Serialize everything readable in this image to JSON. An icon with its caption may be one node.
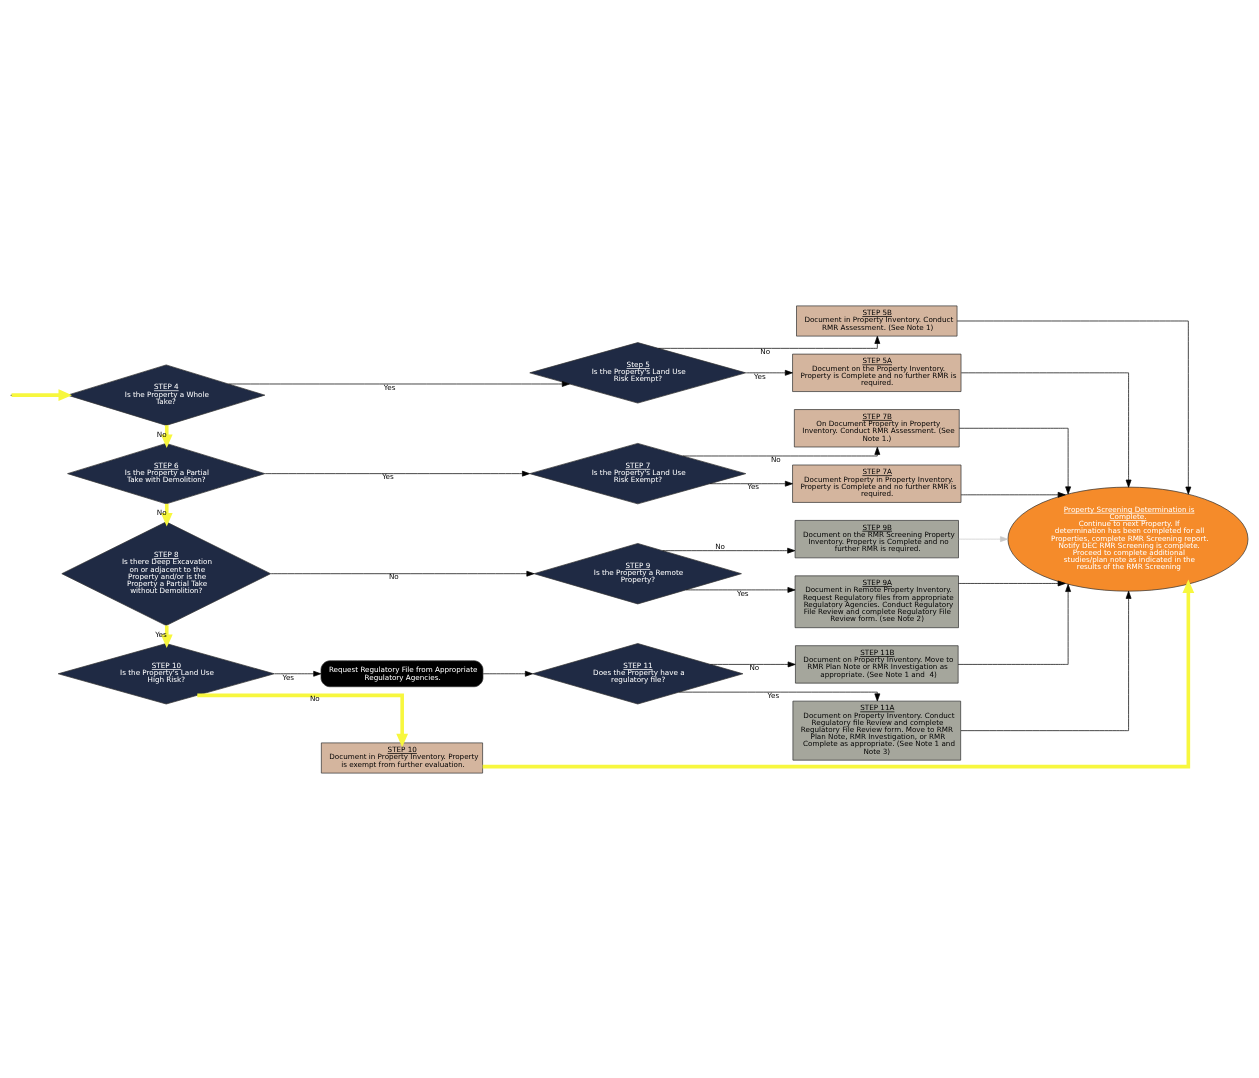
{
  "diagram": {
    "nodes": [
      {
        "text": [
          "STEP 4",
          "Is the Property a Whole Take?"
        ]
      },
      {
        "text": [
          "Step 5",
          "Is the Property's Land Use Risk Exempt?"
        ]
      },
      {
        "text": [
          "STEP 5A",
          "Document on the Property Inventory. Property is Complete and no further RMR is required."
        ]
      },
      {
        "text": [
          "STEP 5B",
          "Document in Property Inventory. Conduct RMR Assessment. (See Note 1)"
        ]
      },
      {
        "text": [
          "STEP 6",
          "Is the Property a Partial Take with Demolition?"
        ]
      },
      {
        "text": [
          "STEP 7",
          "Is the Property's Land Use Risk Exempt?"
        ]
      },
      {
        "text": [
          "STEP 7A",
          "Document Property in Property Inventory. Property is Complete and no further RMR is required."
        ]
      },
      {
        "text": [
          "STEP 7B",
          "On Document Property in Property Inventory. Conduct RMR Assessment. (See Note 1.)"
        ]
      },
      {
        "text": [
          "STEP 8",
          "Is there Deep Excavation on or adjacent to the Property and/or is the Property a Partial Take without Demolition?"
        ]
      },
      {
        "text": [
          "STEP 9",
          "Is the Property a Remote Property?"
        ]
      },
      {
        "text": [
          "STEP 9A",
          "Document in Remote Property Inventory. Request Regulatory files from appropriate Regulatory Agencies. Conduct Regulatory File Review and complete Regulatory File Review form. (see Note 2)"
        ]
      },
      {
        "text": [
          "STEP 9B",
          "Document on the RMR Screening Property Inventory. Property is Complete and no further RMR is required."
        ]
      },
      {
        "text": [
          "STEP 10",
          "Is the Property's Land Use High Risk?"
        ]
      },
      {
        "text": [
          "Request Regulatory File from Appropriate Regulatory Agencies."
        ]
      },
      {
        "text": [
          "STEP 11",
          "Does the Property have a regulatory file?"
        ]
      },
      {
        "text": [
          "STEP 11A",
          "Document on Property Inventory. Conduct Regulatory file Review and complete Regulatory File Review form. Move to RMR Plan Note, RMR Investigation, or RMR Complete as appropriate. (See Note 1 and Note 3)"
        ]
      },
      {
        "text": [
          "STEP 11B",
          "Document on Property Inventory. Move to RMR Plan Note or RMR Investigation as appropriate. (See Note 1 and  4)"
        ]
      },
      {
        "text": [
          "STEP 10",
          "Document in Property Inventory. Property is exempt from further evaluation."
        ]
      },
      {
        "text": [
          "Property Screening Determination is Complete.",
          "Continue to next Property. If determination has been completed for all Properties, complete RMR Screening report. Notify DEC RMR Screening is complete.  Proceed to complete additional studies/plan note as indicated in the results of the RMR Screening"
        ]
      }
    ],
    "edges": [
      {
        "from": null,
        "to": 0,
        "arrow": "to",
        "style": "thick",
        "color": "#f7f73e"
      },
      {
        "from": 0,
        "to": 1,
        "arrow": "to",
        "label": "Yes"
      },
      {
        "from": 1,
        "to": 2,
        "arrow": "to",
        "label": "Yes"
      },
      {
        "from": 1,
        "to": 3,
        "arrow": "to",
        "label": "No"
      },
      {
        "from": 2,
        "to": 18,
        "arrow": "to"
      },
      {
        "from": 3,
        "to": 18,
        "arrow": "to"
      },
      {
        "from": 6,
        "to": 18,
        "arrow": "to"
      },
      {
        "from": 7,
        "to": 18,
        "arrow": "to"
      },
      {
        "from": 0,
        "to": 4,
        "arrow": "to",
        "label": "No",
        "style": "thick",
        "color": "#f7f73e"
      },
      {
        "from": 4,
        "to": 5,
        "arrow": "to",
        "label": "Yes"
      },
      {
        "from": 5,
        "to": 6,
        "arrow": "to",
        "label": "Yes"
      },
      {
        "from": 5,
        "to": 7,
        "arrow": "to",
        "label": "No"
      },
      {
        "from": 4,
        "to": 8,
        "arrow": "to",
        "label": "No",
        "style": "thick",
        "color": "#f7f73e"
      },
      {
        "from": 8,
        "to": 9,
        "arrow": "to",
        "label": "No"
      },
      {
        "from": 9,
        "to": 10,
        "arrow": "to",
        "label": "Yes"
      },
      {
        "from": 9,
        "to": 11,
        "arrow": "to",
        "label": "No"
      },
      {
        "from": 10,
        "to": 18,
        "arrow": "to"
      },
      {
        "from": 11,
        "to": 18,
        "arrow": "to",
        "color": "#c8c8c8"
      },
      {
        "from": 8,
        "to": 12,
        "arrow": "to",
        "label": "Yes",
        "style": "thick",
        "color": "#f7f73e"
      },
      {
        "from": 12,
        "to": 13,
        "arrow": "to",
        "label": "Yes"
      },
      {
        "from": 13,
        "to": 14,
        "arrow": "to"
      },
      {
        "from": 14,
        "to": 15,
        "arrow": "to",
        "label": "Yes"
      },
      {
        "from": 14,
        "to": 16,
        "arrow": "to",
        "label": "No"
      },
      {
        "from": 15,
        "to": 18,
        "arrow": "to"
      },
      {
        "from": 16,
        "to": 18,
        "arrow": "to"
      },
      {
        "from": 12,
        "to": 17,
        "arrow": "to",
        "label": "No",
        "style": "thick",
        "color": "#f7f73e"
      },
      {
        "from": 17,
        "to": 18,
        "arrow": "to",
        "style": "thick",
        "color": "#f7f73e"
      }
    ]
  }
}
